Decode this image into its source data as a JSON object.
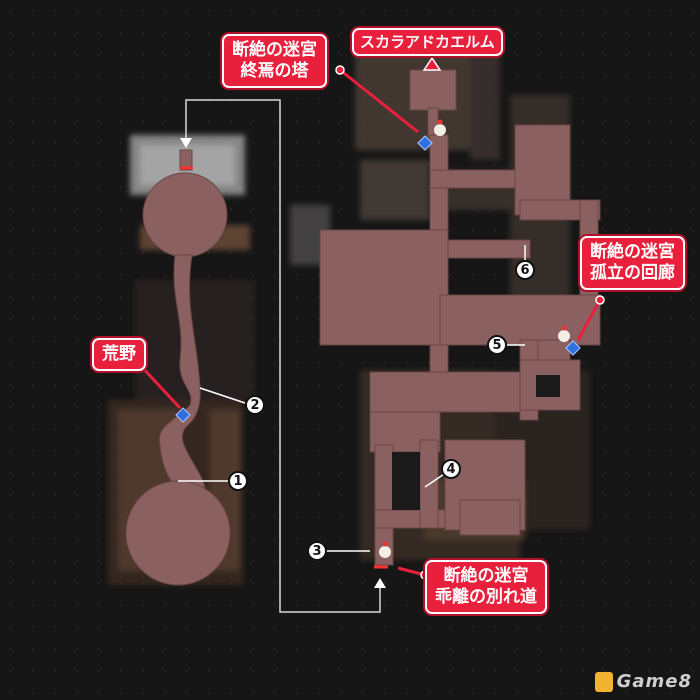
{
  "labels": {
    "scala": "スカラアドカエルム",
    "tower_line1": "断絶の迷宮",
    "tower_line2": "終焉の塔",
    "wasteland": "荒野",
    "isolation_line1": "断絶の迷宮",
    "isolation_line2": "孤立の回廊",
    "separation_line1": "断絶の迷宮",
    "separation_line2": "乖離の別れ道"
  },
  "markers": [
    "1",
    "2",
    "3",
    "4",
    "5",
    "6"
  ],
  "logo": {
    "text": "Game8"
  },
  "colors": {
    "floor": "#8a6160",
    "label_bg": "#e8203c",
    "save_point": "#2f6fe0",
    "route_line": "#d8d8d8"
  }
}
